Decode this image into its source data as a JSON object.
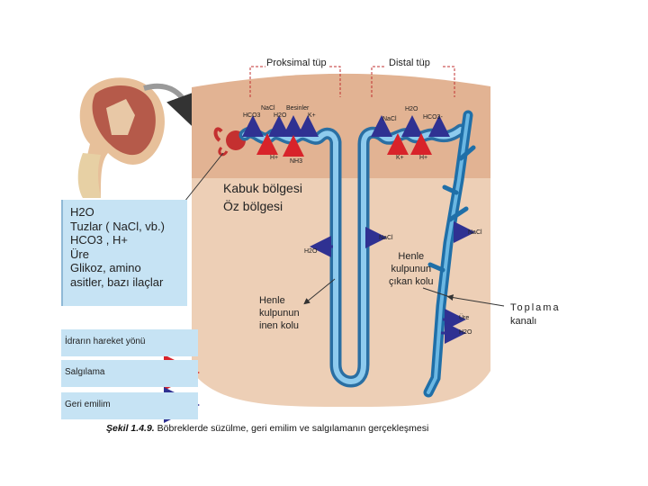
{
  "labels": {
    "proximal": "Proksimal tüp",
    "distal": "Distal tüp",
    "cortex": "Kabuk bölgesi",
    "medulla": "Öz bölgesi",
    "henle_desc": [
      "Henle",
      "kulpunun",
      "inen kolu"
    ],
    "henle_asc": [
      "Henle",
      "kulpunun",
      "çıkan kolu"
    ],
    "collecting": [
      "Toplama",
      "kanalı"
    ]
  },
  "proximal_top": [
    "HCO3",
    "NaCl",
    "H2O",
    "Besinler",
    "K+"
  ],
  "proximal_bottom": [
    "H+",
    "NH3"
  ],
  "distal_top": [
    "NaCl",
    "H2O",
    "HCO3-"
  ],
  "distal_bottom": [
    "K+",
    "H+"
  ],
  "medulla_labels": {
    "h2o_desc": "H2O",
    "nacl_asc": "NaCl",
    "nacl_collect": "NaCl",
    "ure_collect": "Üre",
    "h2o_collect": "H2O"
  },
  "filtrate_box": {
    "items": [
      "H2O",
      "Tuzlar ( NaCl, vb.)",
      "HCO3 , H+",
      "Üre",
      "Glikoz, amino",
      "asitler, bazı ilaçlar"
    ]
  },
  "legend": {
    "flow": "İdrarın hareket yönü",
    "secretion": "Salgılama",
    "reabsorption": "Geri emilim"
  },
  "caption": {
    "prefix": "Şekil 1.4.9.",
    "text": " Böbreklerde süzülme, geri emilim ve salgılamanın gerçekleşmesi"
  },
  "colors": {
    "cortex": "#e2b393",
    "medulla": "#edcfb6",
    "tubule": "#3a8fc4",
    "secretion": "#d8232a",
    "reabsorption": "#2f3192",
    "box": "#c6e3f4"
  }
}
